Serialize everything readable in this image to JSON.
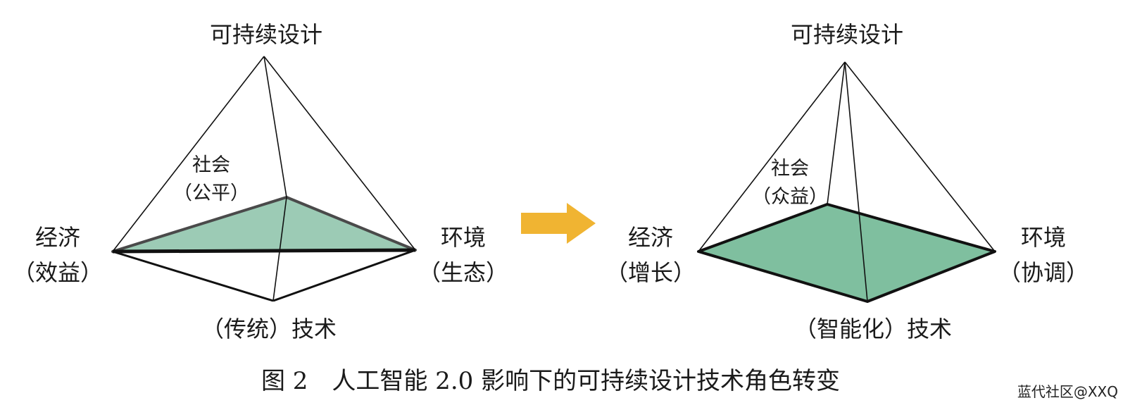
{
  "left_diagram": {
    "top": "可持续设计",
    "social_line1": "社会",
    "social_line2": "（公平）",
    "economy_line1": "经济",
    "economy_line2": "（效益）",
    "environment_line1": "环境",
    "environment_line2": "（生态）",
    "technology": "（传统）技术",
    "fill_color": "#9ccbb5"
  },
  "right_diagram": {
    "top": "可持续设计",
    "social_line1": "社会",
    "social_line2": "（众益）",
    "economy_line1": "经济",
    "economy_line2": "（增长）",
    "environment_line1": "环境",
    "environment_line2": "（协调）",
    "technology": "（智能化）技术",
    "fill_color": "#7fbf9f"
  },
  "arrow_color": "#f0b432",
  "caption": "图 2　人工智能 2.0 影响下的可持续设计技术角色转变",
  "watermark": "蓝代社区@XXQ"
}
